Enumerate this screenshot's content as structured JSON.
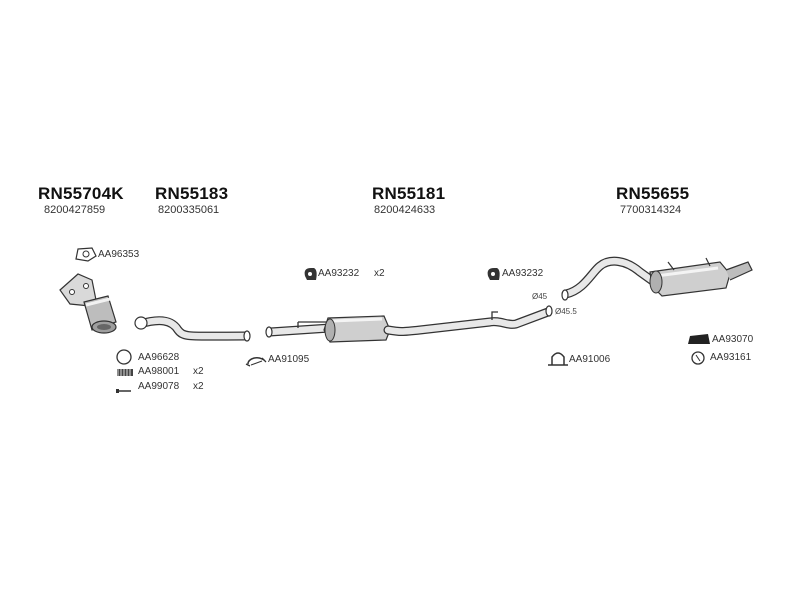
{
  "assemblies": [
    {
      "part_number": "RN55704K",
      "oe_number": "8200427859"
    },
    {
      "part_number": "RN55183",
      "oe_number": "8200335061"
    },
    {
      "part_number": "RN55181",
      "oe_number": "8200424633"
    },
    {
      "part_number": "RN55655",
      "oe_number": "7700314324"
    }
  ],
  "fittings": [
    {
      "code": "AA96353",
      "qty": ""
    },
    {
      "code": "AA96628",
      "qty": ""
    },
    {
      "code": "AA98001",
      "qty": "x2"
    },
    {
      "code": "AA99078",
      "qty": "x2"
    },
    {
      "code": "AA93232",
      "qty": "x2"
    },
    {
      "code": "AA91095",
      "qty": ""
    },
    {
      "code": "AA93232",
      "qty": ""
    },
    {
      "code": "AA91006",
      "qty": ""
    },
    {
      "code": "AA93070",
      "qty": ""
    },
    {
      "code": "AA93161",
      "qty": ""
    }
  ],
  "diameters": [
    "Ø45",
    "Ø45.5"
  ]
}
